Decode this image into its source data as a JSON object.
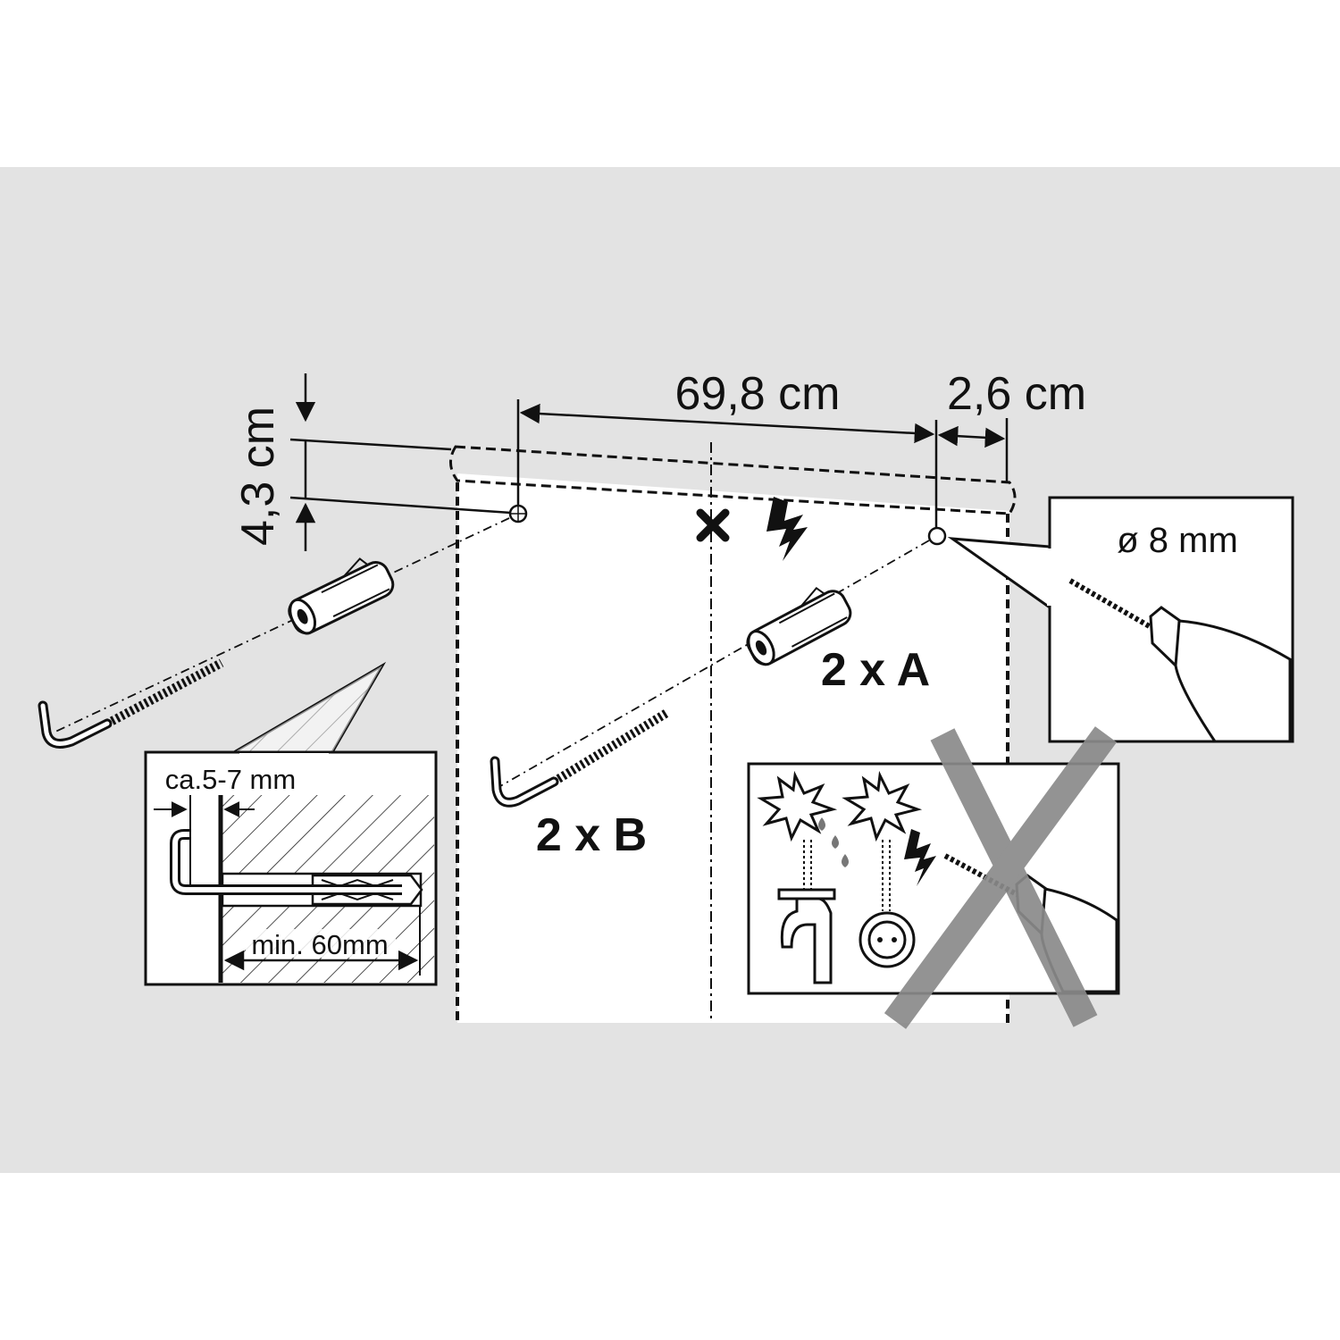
{
  "dimensions": {
    "spacing": "69,8 cm",
    "edge_offset": "2,6 cm",
    "height_offset": "4,3 cm"
  },
  "parts": {
    "hook_qty": "2 x B",
    "dowel_qty": "2 x A"
  },
  "drill_callout": {
    "bit_diameter": "ø 8 mm"
  },
  "wall_detail": {
    "gap": "ca.5-7 mm",
    "min_depth": "min. 60mm"
  },
  "icons": {
    "no_drill_icon": "crossed-drill-warning-icon",
    "center_mark": "x-mark-icon",
    "electric": "lightning-icon",
    "tap": "water-tap-icon",
    "socket": "power-socket-icon"
  },
  "colors": {
    "background_band": "#e3e3e3",
    "panel": "#ffffff",
    "ink": "#111111",
    "cross": "#8a8a8a"
  }
}
